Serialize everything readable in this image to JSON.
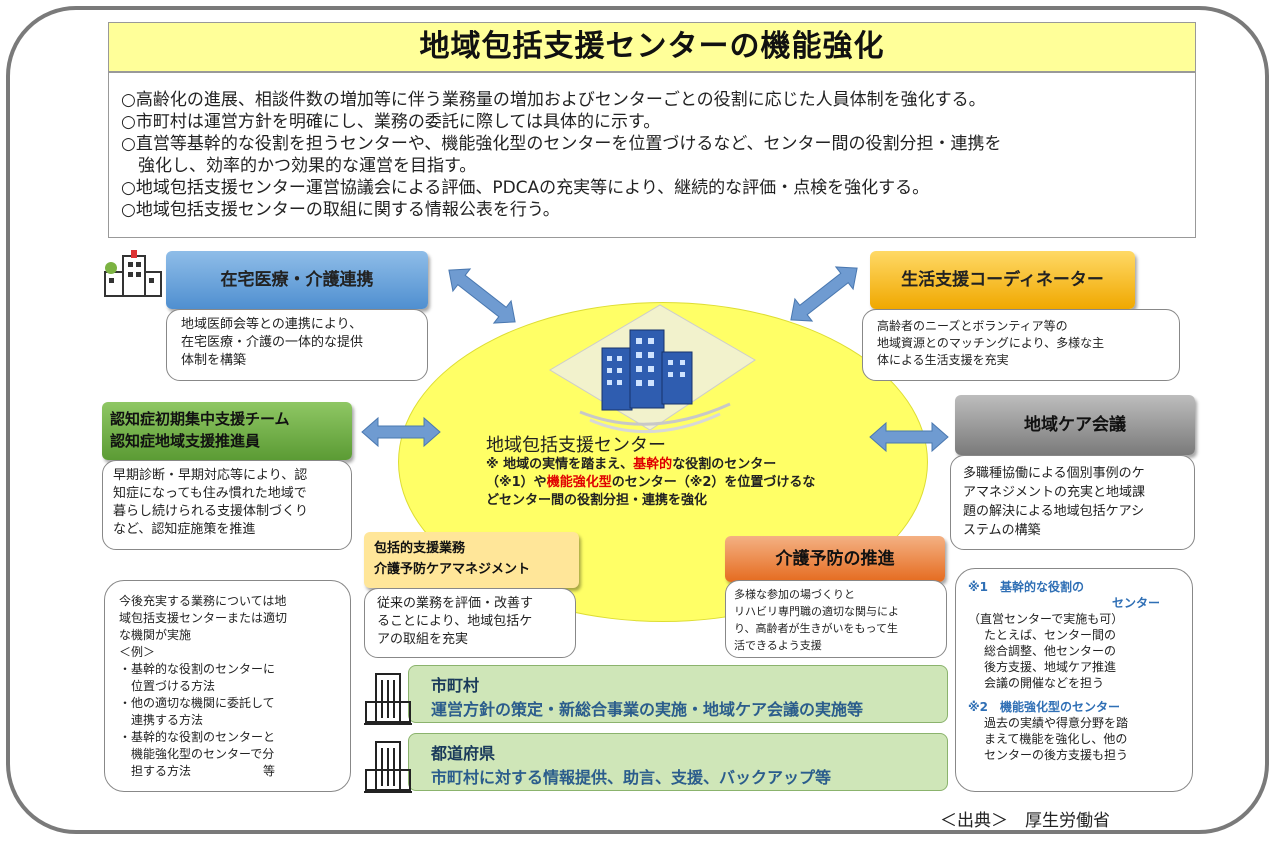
{
  "title": "地域包括支援センターの機能強化",
  "summary": [
    "○高齢化の進展、相談件数の増加等に伴う業務量の増加およびセンターごとの役割に応じた人員体制を強化する。",
    "○市町村は運営方針を明確にし、業務の委託に際しては具体的に示す。",
    "○直営等基幹的な役割を担うセンターや、機能強化型のセンターを位置づけるなど、センター間の役割分担・連携を",
    "　強化し、効率的かつ効果的な運営を目指す。",
    "○地域包括支援センター運営協議会による評価、PDCAの充実等により、継続的な評価・点検を強化する。",
    "○地域包括支援センターの取組に関する情報公表を行う。"
  ],
  "zaitaku": {
    "header": "在宅医療・介護連携",
    "lines": [
      "地域医師会等との連携により、",
      "在宅医療・介護の一体的な提供",
      "体制を構築"
    ]
  },
  "seikatsu": {
    "header": "生活支援コーディネーター",
    "lines": [
      "高齢者のニーズとボランティア等の",
      "地域資源とのマッチングにより、多様な主",
      "体による生活支援を充実"
    ]
  },
  "ninchisho": {
    "header_line1": "認知症初期集中支援チーム",
    "header_line2": "認知症地域支援推進員",
    "lines": [
      "早期診断・早期対応等により、認",
      "知症になっても住み慣れた地域で",
      "暮らし続けられる支援体制づくり",
      "など、認知症施策を推進"
    ]
  },
  "chiiki_care": {
    "header": "地域ケア会議",
    "lines": [
      "多職種協働による個別事例のケ",
      "アマネジメントの充実と地域課",
      "題の解決による地域包括ケアシ",
      "ステムの構築"
    ]
  },
  "center": {
    "title": "地域包括支援センター",
    "note_prefix": "※ 地域の実情を踏まえ、",
    "note_red1": "基幹的",
    "note_mid1": "な役割のセンター（※1）や",
    "note_red2": "機能強化型",
    "note_rest": "のセンター（※2）を位置づけるなどセンター間の役割分担・連携を強化"
  },
  "houkatsu": {
    "header_line1": "包括的支援業務",
    "header_line2": "介護予防ケアマネジメント",
    "lines": [
      "従来の業務を評価・改善す",
      "ることにより、地域包括ケ",
      "アの取組を充実"
    ]
  },
  "kaigo_yobo": {
    "header": "介護予防の推進",
    "lines": [
      "多様な参加の場づくりと",
      "リハビリ専門職の適切な関与によ",
      "り、高齢者が生きがいをもって生",
      "活できるよう支援"
    ]
  },
  "left_note": {
    "lines": [
      "今後充実する業務については地",
      "域包括支援センターまたは適切",
      "な機関が実施",
      "＜例＞",
      "・基幹的な役割のセンターに",
      "　位置づける方法",
      "・他の適切な機関に委託して",
      "　連携する方法",
      "・基幹的な役割のセンターと",
      "　機能強化型のセンターで分",
      "　担する方法　　　　　　等"
    ]
  },
  "right_note": {
    "n1_title_line1": "※1　基幹的な役割の",
    "n1_title_line2": "センター",
    "n1_lines": [
      "（直営センターで実施も可）",
      "たとえば、センター間の",
      "総合調整、他センターの",
      "後方支援、地域ケア推進",
      "会議の開催などを担う"
    ],
    "n2_title": "※2　機能強化型のセンター",
    "n2_lines": [
      "過去の実績や得意分野を踏",
      "まえて機能を強化し、他の",
      "センターの後方支援も担う"
    ]
  },
  "shichoson": {
    "title": "市町村",
    "desc": "運営方針の策定・新総合事業の実施・地域ケア会議の実施等"
  },
  "todofuken": {
    "title": "都道府県",
    "desc": "市町村に対する情報提供、助言、支援、バックアップ等"
  },
  "source": "＜出典＞　厚生労働省",
  "colors": {
    "zaitaku": "#5b9bd5",
    "seikatsu": "#ffc000",
    "ninchisho": "#70ad47",
    "chiiki_care": "#8c8c8c",
    "houkatsu": "#ffe699",
    "kaigo_yobo": "#ed7d31",
    "ellipse": "#ffff66",
    "arrow": "#6f9bd1",
    "red_text": "#e00000"
  },
  "icons": [
    "hospital-icon",
    "building-icon",
    "city-hall-icon",
    "prefecture-office-icon",
    "double-arrow-icon"
  ]
}
